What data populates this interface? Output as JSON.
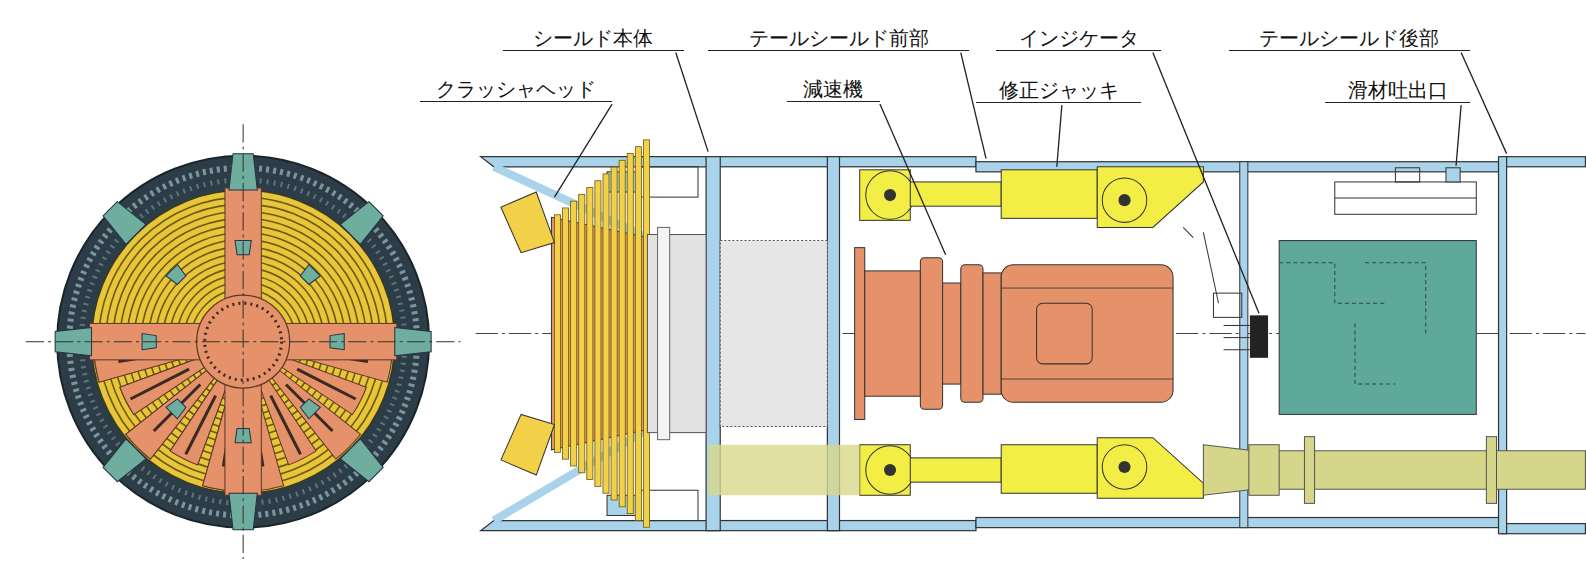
{
  "diagram": {
    "labels": [
      "シールド本体",
      "クラッシャヘッド",
      "テールシールド前部",
      "減速機",
      "インジケータ",
      "修正ジャッキ",
      "テールシールド後部",
      "滑材吐出口"
    ]
  }
}
